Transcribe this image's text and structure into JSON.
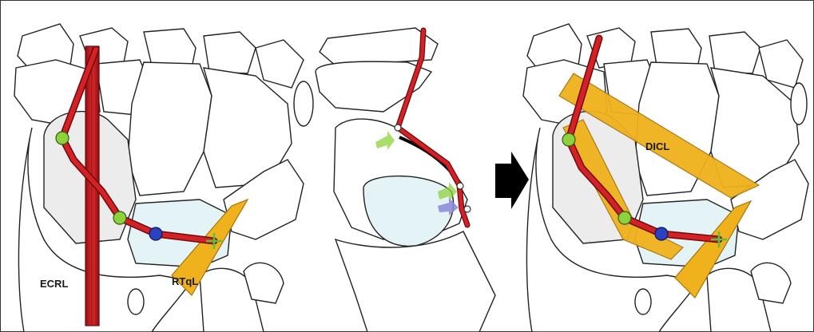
{
  "figure": {
    "panels": [
      {
        "id": "left"
      },
      {
        "id": "middle"
      },
      {
        "id": "right"
      }
    ],
    "labels": {
      "ecrl": "ECRL",
      "rtql": "RTqL",
      "dicl": "DICL"
    },
    "colors": {
      "tendon": "#c8161b",
      "tendon_dark": "#6e0a0c",
      "ligament": "#f0b21c",
      "ligament_edge": "#a67410",
      "green_node": "#8fd13c",
      "blue_node": "#2e3fc0",
      "marker": "#59c23a",
      "lunate_fill": "#e4f3f5",
      "scaphoid_fill": "#ececec",
      "arrow": "#000000"
    },
    "arrow_icon": "right-arrow"
  }
}
